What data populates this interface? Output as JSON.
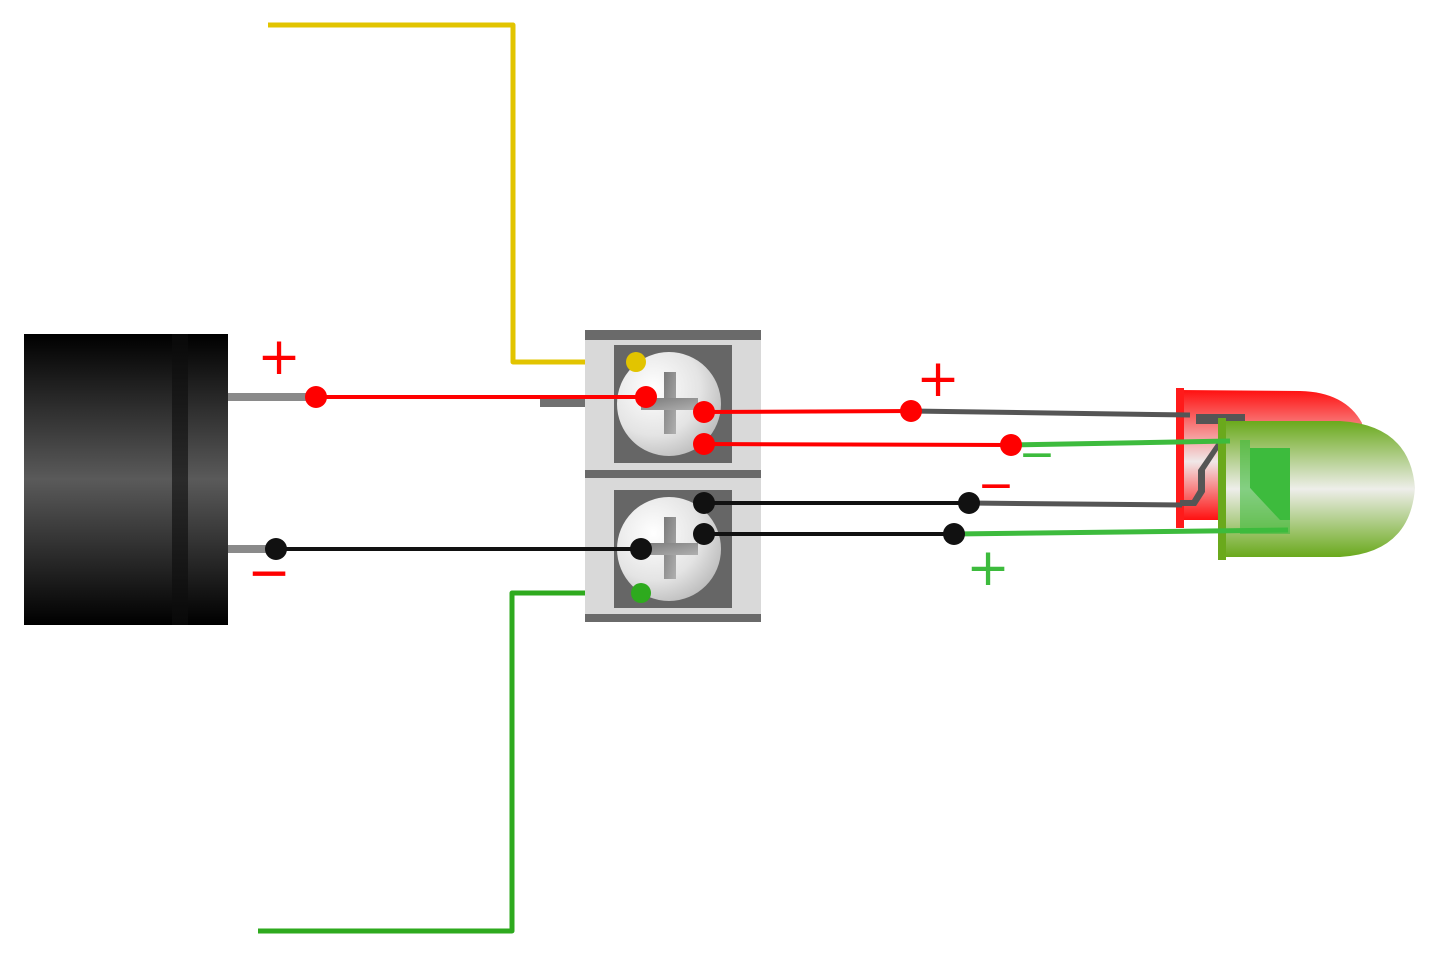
{
  "diagram": {
    "title": "",
    "type": "wiring-diagram",
    "components": {
      "buzzer": {
        "label": "buzzer-body",
        "color": "#111111"
      },
      "terminal_block": {
        "label": "screw-terminal-block",
        "slots": 2
      },
      "led": {
        "label": "bicolor-led",
        "colors": [
          "#ff1a1a",
          "#3dbb3d"
        ]
      }
    },
    "labels": {
      "buzzer_plus": "+",
      "buzzer_minus": "−",
      "red_led_plus": "+",
      "green_led_minus": "−",
      "red_led_minus": "−",
      "green_led_plus": "+"
    },
    "colors": {
      "red_wire": "#ff0000",
      "black_wire": "#111111",
      "yellow_wire": "#e2c400",
      "green_wire": "#2eaa1e",
      "lead_gray": "#555555",
      "led_green_lead": "#3dbb3d",
      "terminal_light": "#d9d9d9",
      "terminal_dark": "#666666"
    },
    "wires": [
      {
        "name": "yellow-input-wire",
        "color": "yellow",
        "from": "left-top-edge",
        "to": "terminal-top-screw"
      },
      {
        "name": "green-input-wire",
        "color": "green",
        "from": "left-bottom-edge",
        "to": "terminal-bottom-screw"
      },
      {
        "name": "buzzer-positive-wire",
        "color": "red",
        "from": "buzzer+",
        "to": "terminal-top-screw"
      },
      {
        "name": "buzzer-negative-wire",
        "color": "black",
        "from": "buzzer-",
        "to": "terminal-bottom-screw"
      },
      {
        "name": "red-led-positive-wire",
        "color": "red",
        "from": "terminal-top-screw",
        "to": "red-led+"
      },
      {
        "name": "green-led-negative-wire",
        "color": "red",
        "from": "terminal-top-screw",
        "to": "green-led-"
      },
      {
        "name": "red-led-negative-wire",
        "color": "black",
        "from": "terminal-bottom-screw",
        "to": "red-led-"
      },
      {
        "name": "green-led-positive-wire",
        "color": "black",
        "from": "terminal-bottom-screw",
        "to": "green-led+"
      }
    ]
  }
}
